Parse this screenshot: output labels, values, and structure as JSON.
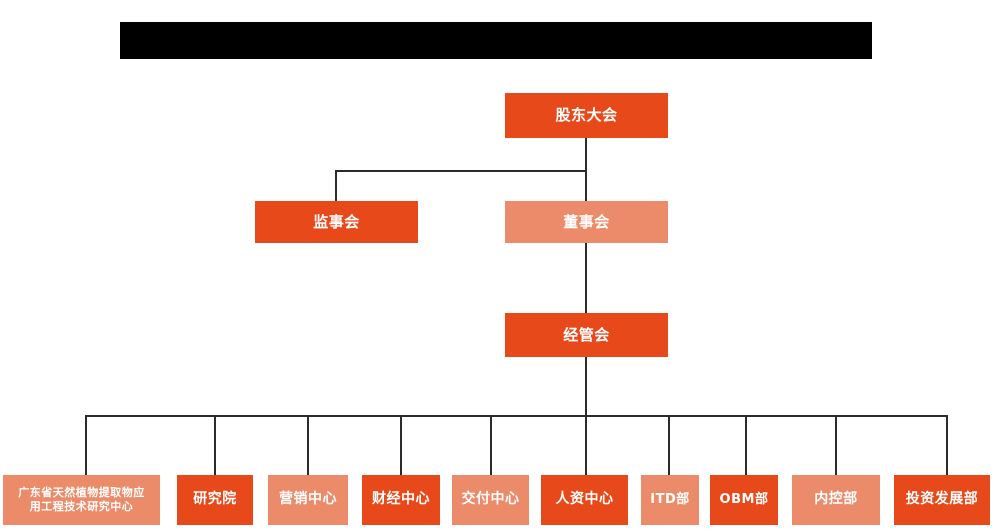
{
  "page": {
    "title_bar": {
      "name": "redacted-title-bar",
      "label": "",
      "color": "#000000"
    },
    "background": "#ffffff"
  },
  "theme": {
    "dark_orange": "#E8491B",
    "light_orange": "#EC8B6A",
    "line_color": "#2b2b2b",
    "text_color": "#ffffff"
  },
  "chart_data": {
    "type": "diagram",
    "diagram_kind": "organization-chart",
    "title": "",
    "levels": [
      {
        "level": 1,
        "nodes": [
          {
            "id": "shareholders",
            "label": "股东大会",
            "color": "dark"
          }
        ]
      },
      {
        "level": 2,
        "nodes": [
          {
            "id": "supervisors",
            "label": "监事会",
            "color": "dark"
          },
          {
            "id": "directors",
            "label": "董事会",
            "color": "light"
          }
        ]
      },
      {
        "level": 3,
        "nodes": [
          {
            "id": "management",
            "label": "经管会",
            "color": "dark"
          }
        ]
      },
      {
        "level": 4,
        "nodes": [
          {
            "id": "research-center",
            "label": "广东省天然植物提取物应用工程技术研究中心",
            "label_line1": "广东省天然植物提取物应",
            "label_line2": "用工程技术研究中心",
            "color": "light"
          },
          {
            "id": "institute",
            "label": "研究院",
            "color": "dark"
          },
          {
            "id": "marketing",
            "label": "营销中心",
            "color": "light"
          },
          {
            "id": "finance",
            "label": "财经中心",
            "color": "dark"
          },
          {
            "id": "delivery",
            "label": "交付中心",
            "color": "light"
          },
          {
            "id": "hr",
            "label": "人资中心",
            "color": "dark"
          },
          {
            "id": "itd",
            "label": "ITD部",
            "color": "light"
          },
          {
            "id": "obm",
            "label": "OBM部",
            "color": "dark"
          },
          {
            "id": "internal-control",
            "label": "内控部",
            "color": "light"
          },
          {
            "id": "investment",
            "label": "投资发展部",
            "color": "dark"
          }
        ]
      }
    ],
    "edges": [
      {
        "from": "shareholders",
        "to": "supervisors"
      },
      {
        "from": "shareholders",
        "to": "directors"
      },
      {
        "from": "directors",
        "to": "management"
      },
      {
        "from": "management",
        "to": "research-center"
      },
      {
        "from": "management",
        "to": "institute"
      },
      {
        "from": "management",
        "to": "marketing"
      },
      {
        "from": "management",
        "to": "finance"
      },
      {
        "from": "management",
        "to": "delivery"
      },
      {
        "from": "management",
        "to": "hr"
      },
      {
        "from": "management",
        "to": "itd"
      },
      {
        "from": "management",
        "to": "obm"
      },
      {
        "from": "management",
        "to": "internal-control"
      },
      {
        "from": "management",
        "to": "investment"
      }
    ]
  }
}
